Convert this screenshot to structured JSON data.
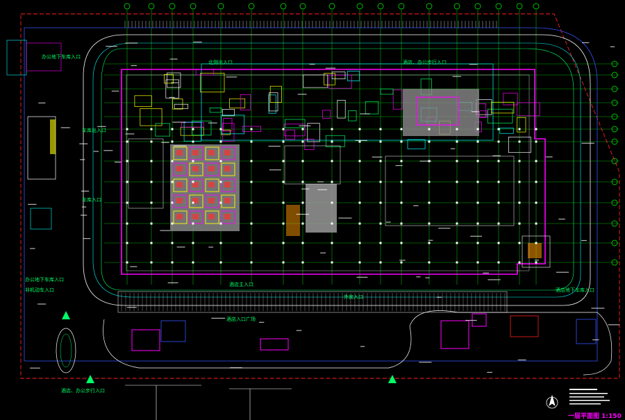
{
  "drawing": {
    "title": "一层平面图 1:150",
    "north_icon": "north-arrow-icon",
    "colors": {
      "background": "#000000",
      "grid_axis": "#00ff00",
      "wall": "#ff00ff",
      "site": "#ffffff",
      "road": "#00ffff",
      "boundary": "#ff2020",
      "detail_yellow": "#ffff00",
      "label_green": "#00ff66",
      "accent_blue": "#3355ff"
    },
    "labels": {
      "car_exit": "车库出入口",
      "car_entry": "车库入口",
      "north_entry": "北侧出入口",
      "office_underground": "办公地下车库入口",
      "non_motor": "非机动车入口",
      "main_entry": "酒店主入口",
      "plaza": "酒店入口广场",
      "foreigner": "外宾入口",
      "side_entry": "酒店地下车库入口",
      "office_pedestrian": "酒店、办公步行入口",
      "top_left": "办公地下车库入口"
    }
  }
}
